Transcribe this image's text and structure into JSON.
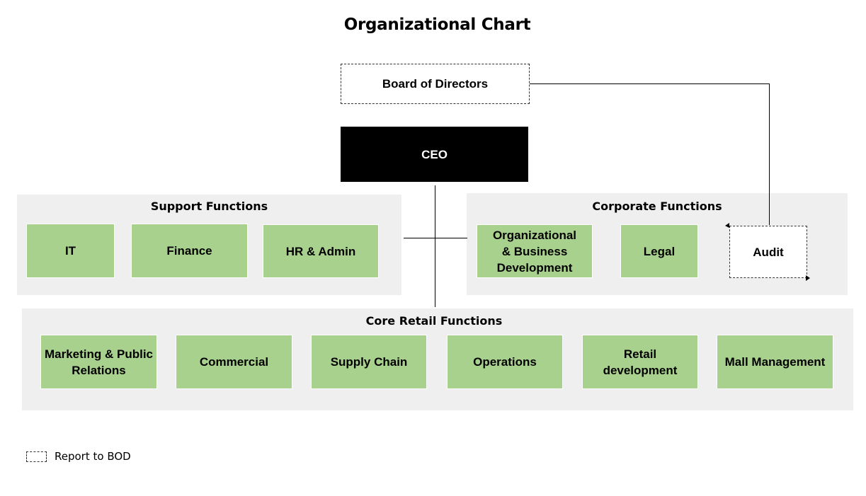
{
  "title": "Organizational Chart",
  "board": {
    "label": "Board of Directors"
  },
  "ceo": {
    "label": "CEO"
  },
  "support": {
    "title": "Support Functions",
    "items": [
      "IT",
      "Finance",
      "HR & Admin"
    ]
  },
  "corporate": {
    "title": "Corporate Functions",
    "items": [
      "Organizational & Business Development",
      "Legal",
      "Audit"
    ]
  },
  "core": {
    "title": "Core Retail Functions",
    "items": [
      "Marketing & Public Relations",
      "Commercial",
      "Supply Chain",
      "Operations",
      "Retail development",
      "Mall Management"
    ]
  },
  "legend": {
    "label": "Report to BOD"
  },
  "colors": {
    "box_fill": "#a9d18e",
    "panel_fill": "#efefef",
    "ceo_fill": "#000000"
  }
}
